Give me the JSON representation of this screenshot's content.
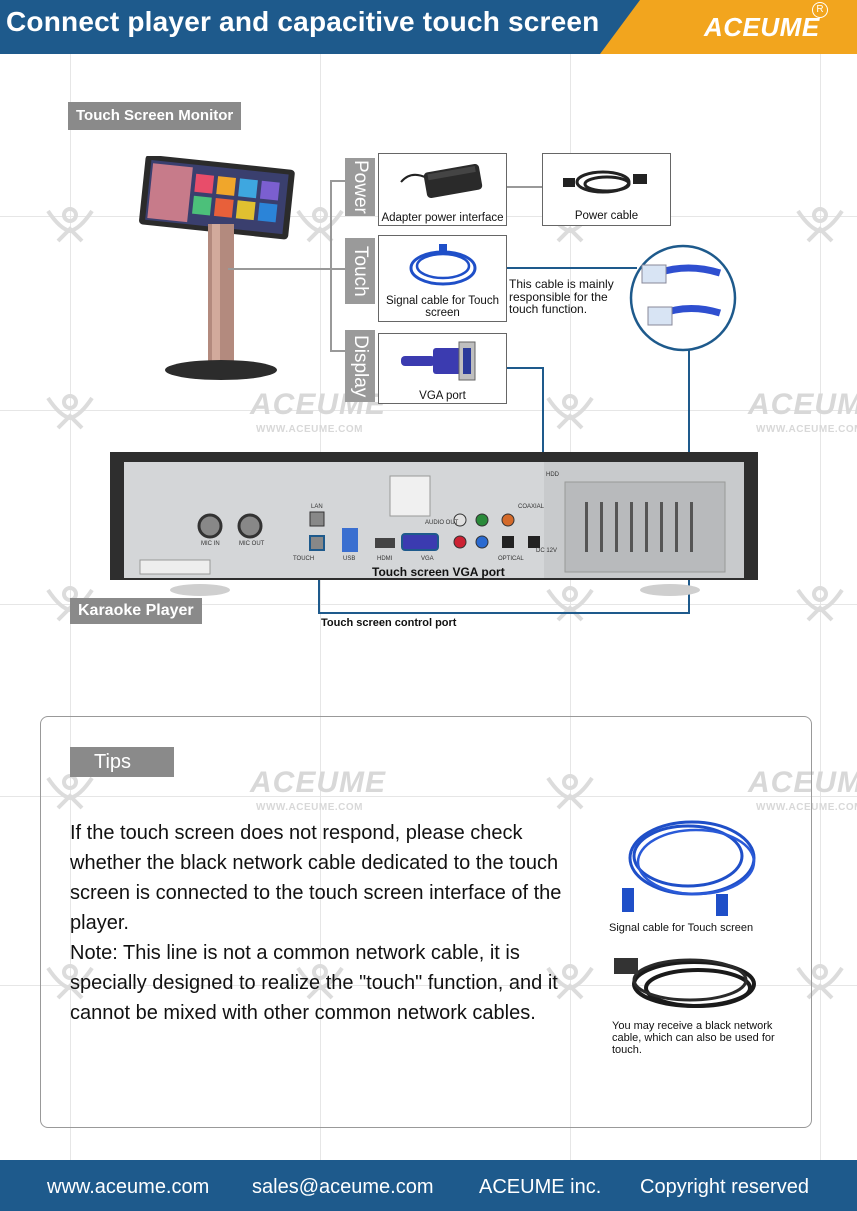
{
  "header": {
    "title": "Connect player and capacitive touch screen",
    "brand": "ACEUME",
    "registered_mark": "R"
  },
  "watermark": {
    "name": "ACEUME",
    "url": "WWW.ACEUME.COM"
  },
  "diagram": {
    "monitor_label": "Touch Screen Monitor",
    "player_label": "Karaoke Player",
    "tabs": {
      "power": "Power",
      "touch": "Touch",
      "display": "Display"
    },
    "boxes": {
      "adapter": "Adapter power interface",
      "power_cable": "Power cable",
      "signal_cable": "Signal cable for Touch screen",
      "vga_port": "VGA port"
    },
    "cable_note": "This cable is mainly responsible for the touch function.",
    "vga_callout": "Touch screen VGA port",
    "control_callout": "Touch screen control port",
    "player_panel": {
      "mic_in": "MIC IN",
      "mic_out": "MIC OUT",
      "lan": "LAN",
      "usb": "USB",
      "hdmi": "HDMI",
      "vga": "VGA",
      "audio_out": "AUDIO OUT",
      "coaxial": "COAXIAL",
      "optical": "OPTICAL",
      "dc": "DC 12V",
      "hdd": "HDD",
      "touch": "TOUCH"
    }
  },
  "tips": {
    "label": "Tips",
    "paragraph1": "If the touch screen does not respond, please check whether the black network cable dedicated to the touch screen is connected to the touch screen interface of the player.",
    "paragraph2": "Note: This line is not a common network cable, it is specially designed to realize the \"touch\" function, and it cannot be mixed with other common network cables.",
    "image1_caption": "Signal cable for Touch screen",
    "image2_caption": "You may receive a black network cable, which can also be used for touch."
  },
  "footer": {
    "website": "www.aceume.com",
    "email": "sales@aceume.com",
    "company": "ACEUME inc.",
    "copyright": "Copyright reserved"
  },
  "colors": {
    "header_blue": "#1e5a8c",
    "brand_orange": "#f2a51e",
    "label_gray": "#8a8a8a",
    "cable_blue": "#1f4fc8"
  }
}
